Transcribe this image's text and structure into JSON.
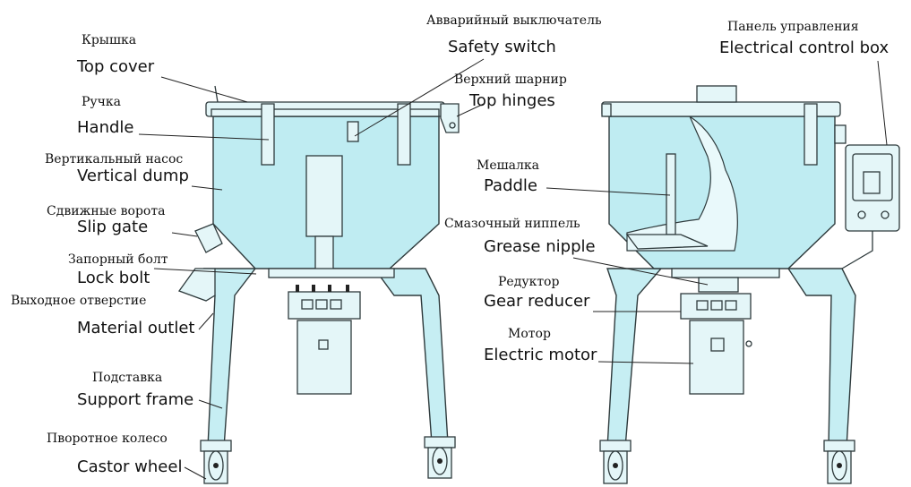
{
  "labels": {
    "top_cover": {
      "ru": "Крышка",
      "en": "Top cover"
    },
    "handle": {
      "ru": "Ручка",
      "en": "Handle"
    },
    "vertical_dump": {
      "ru": "Вертикальный насос",
      "en": "Vertical dump"
    },
    "slip_gate": {
      "ru": "Сдвижные ворота",
      "en": "Slip gate"
    },
    "lock_bolt": {
      "ru": "Запорный болт",
      "en": "Lock bolt"
    },
    "material_outlet": {
      "ru": "Выходное отверстие",
      "en": "Material outlet"
    },
    "support_frame": {
      "ru": "Подставка",
      "en": "Support frame"
    },
    "castor_wheel": {
      "ru": "Пворотное колесо",
      "en": "Castor wheel"
    },
    "safety_switch": {
      "ru": "Авварийный выключатель",
      "en": "Safety switch"
    },
    "top_hinges": {
      "ru": "Верхний шарнир",
      "en": "Top hinges"
    },
    "paddle": {
      "ru": "Мешалка",
      "en": "Paddle"
    },
    "grease_nipple": {
      "ru": "Смазочный ниппель",
      "en": "Grease nipple"
    },
    "gear_reducer": {
      "ru": "Редуктор",
      "en": "Gear reducer"
    },
    "electric_motor": {
      "ru": "Мотор",
      "en": "Electric motor"
    },
    "control_box": {
      "ru": "Панель управления",
      "en": "Electrical control box"
    }
  },
  "colors": {
    "machine_fill": "#bfecf2",
    "outline": "#2e3a3c",
    "background": "#ffffff"
  }
}
